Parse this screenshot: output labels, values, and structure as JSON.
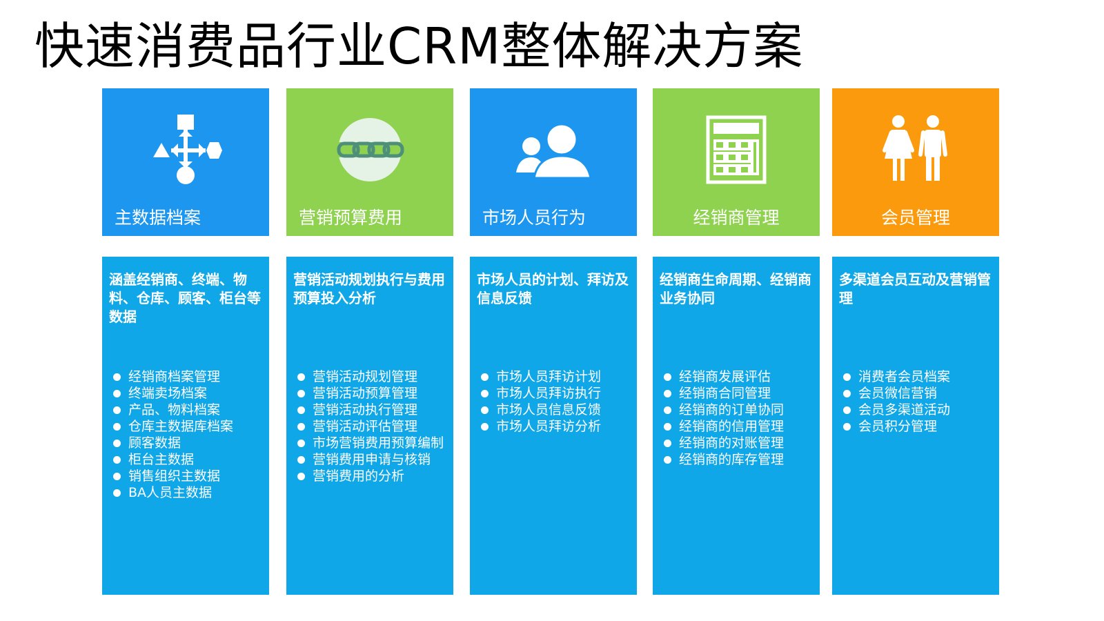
{
  "title": "快速消费品行业CRM整体解决方案",
  "modules": [
    {
      "label": "主数据档案",
      "icon": "flowchart-icon",
      "color": "#1d96f0",
      "heading": "涵盖经销商、终端、物料、仓库、顾客、柜台等数据",
      "items": [
        "经销商档案管理",
        "终端卖场档案",
        "产品、物料档案",
        "仓库主数据库档案",
        "顾客数据",
        "柜台主数据",
        "销售组织主数据",
        "BA人员主数据"
      ]
    },
    {
      "label": "营销预算费用",
      "icon": "chain-link-icon",
      "color": "#8fd24f",
      "heading": "营销活动规划执行与费用预算投入分析",
      "items": [
        "营销活动规划管理",
        "营销活动预算管理",
        "营销活动执行管理",
        "营销活动评估管理",
        "市场营销费用预算编制",
        "营销费用申请与核销",
        "营销费用的分析"
      ]
    },
    {
      "label": "市场人员行为",
      "icon": "people-icon",
      "color": "#1d96f0",
      "heading": "市场人员的计划、拜访及信息反馈",
      "items": [
        "市场人员拜访计划",
        "市场人员拜访执行",
        "市场人员信息反馈",
        "市场人员拜访分析"
      ]
    },
    {
      "label": "经销商管理",
      "icon": "calculator-icon",
      "color": "#8fd24f",
      "heading": "经销商生命周期、经销商业务协同",
      "items": [
        "经销商发展评估",
        "经销商合同管理",
        "经销商的订单协同",
        "经销商的信用管理",
        "经销商的对账管理",
        "经销商的库存管理"
      ]
    },
    {
      "label": "会员管理",
      "icon": "man-woman-icon",
      "color": "#fa9a0c",
      "heading": "多渠道会员互动及营销管理",
      "items": [
        "消费者会员档案",
        "会员微信营销",
        "会员多渠道活动",
        "会员积分管理"
      ]
    }
  ]
}
